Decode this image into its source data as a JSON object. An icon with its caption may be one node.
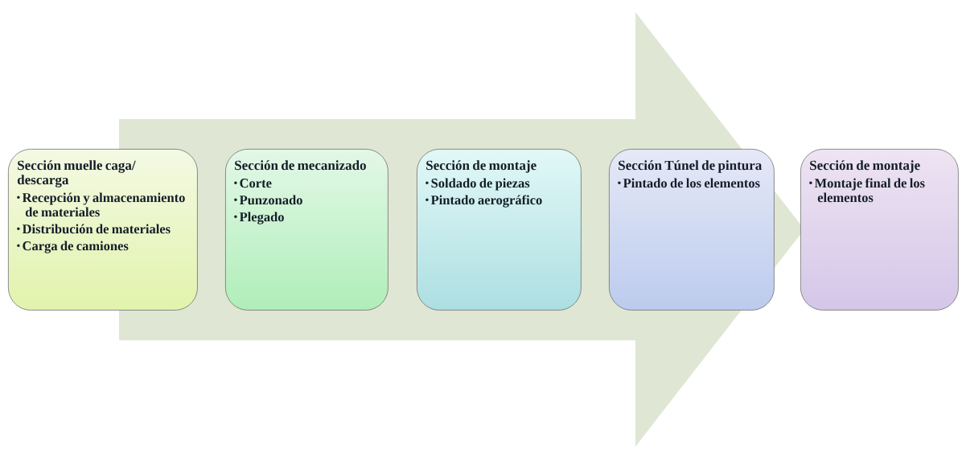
{
  "diagram": {
    "nodes": [
      {
        "text": [
          "Sección muelle caga/ descarga",
          "Recepción y almacenamiento de materiales",
          "Distribución de materiales",
          "Carga de camiones"
        ]
      },
      {
        "text": [
          "Sección de mecanizado",
          "Corte",
          "Punzonado",
          "Plegado"
        ]
      },
      {
        "text": [
          "Sección de montaje",
          "Soldado de piezas",
          "Pintado aerográfico"
        ]
      },
      {
        "text": [
          "Sección Túnel de pintura",
          "Pintado de los elementos"
        ]
      },
      {
        "text": [
          "Sección de montaje",
          "Montaje final de los elementos"
        ]
      }
    ],
    "edges": [
      {
        "from": 0,
        "to": 4,
        "arrow": "to"
      }
    ]
  }
}
